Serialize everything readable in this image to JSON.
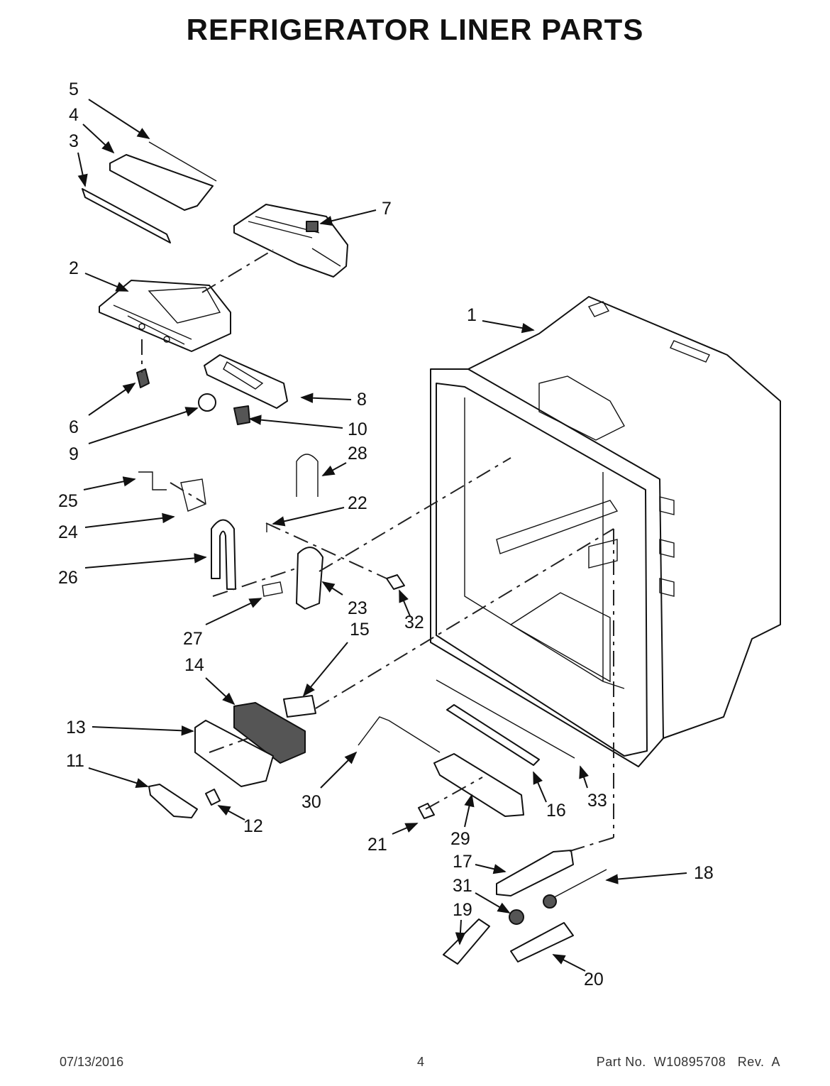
{
  "title": "REFRIGERATOR LINER PARTS",
  "footer": {
    "date": "07/13/2016",
    "page": "4",
    "part_number": "Part No.  W10895708   Rev.  A"
  },
  "callouts": {
    "c1": "1",
    "c2": "2",
    "c3": "3",
    "c4": "4",
    "c5": "5",
    "c6": "6",
    "c7": "7",
    "c8": "8",
    "c9": "9",
    "c10": "10",
    "c11": "11",
    "c12": "12",
    "c13": "13",
    "c14": "14",
    "c15": "15",
    "c16": "16",
    "c17": "17",
    "c18": "18",
    "c19": "19",
    "c20": "20",
    "c21": "21",
    "c22": "22",
    "c23": "23",
    "c24": "24",
    "c25": "25",
    "c26": "26",
    "c27": "27",
    "c28": "28",
    "c29": "29",
    "c30": "30",
    "c31": "31",
    "c32": "32",
    "c33": "33"
  }
}
